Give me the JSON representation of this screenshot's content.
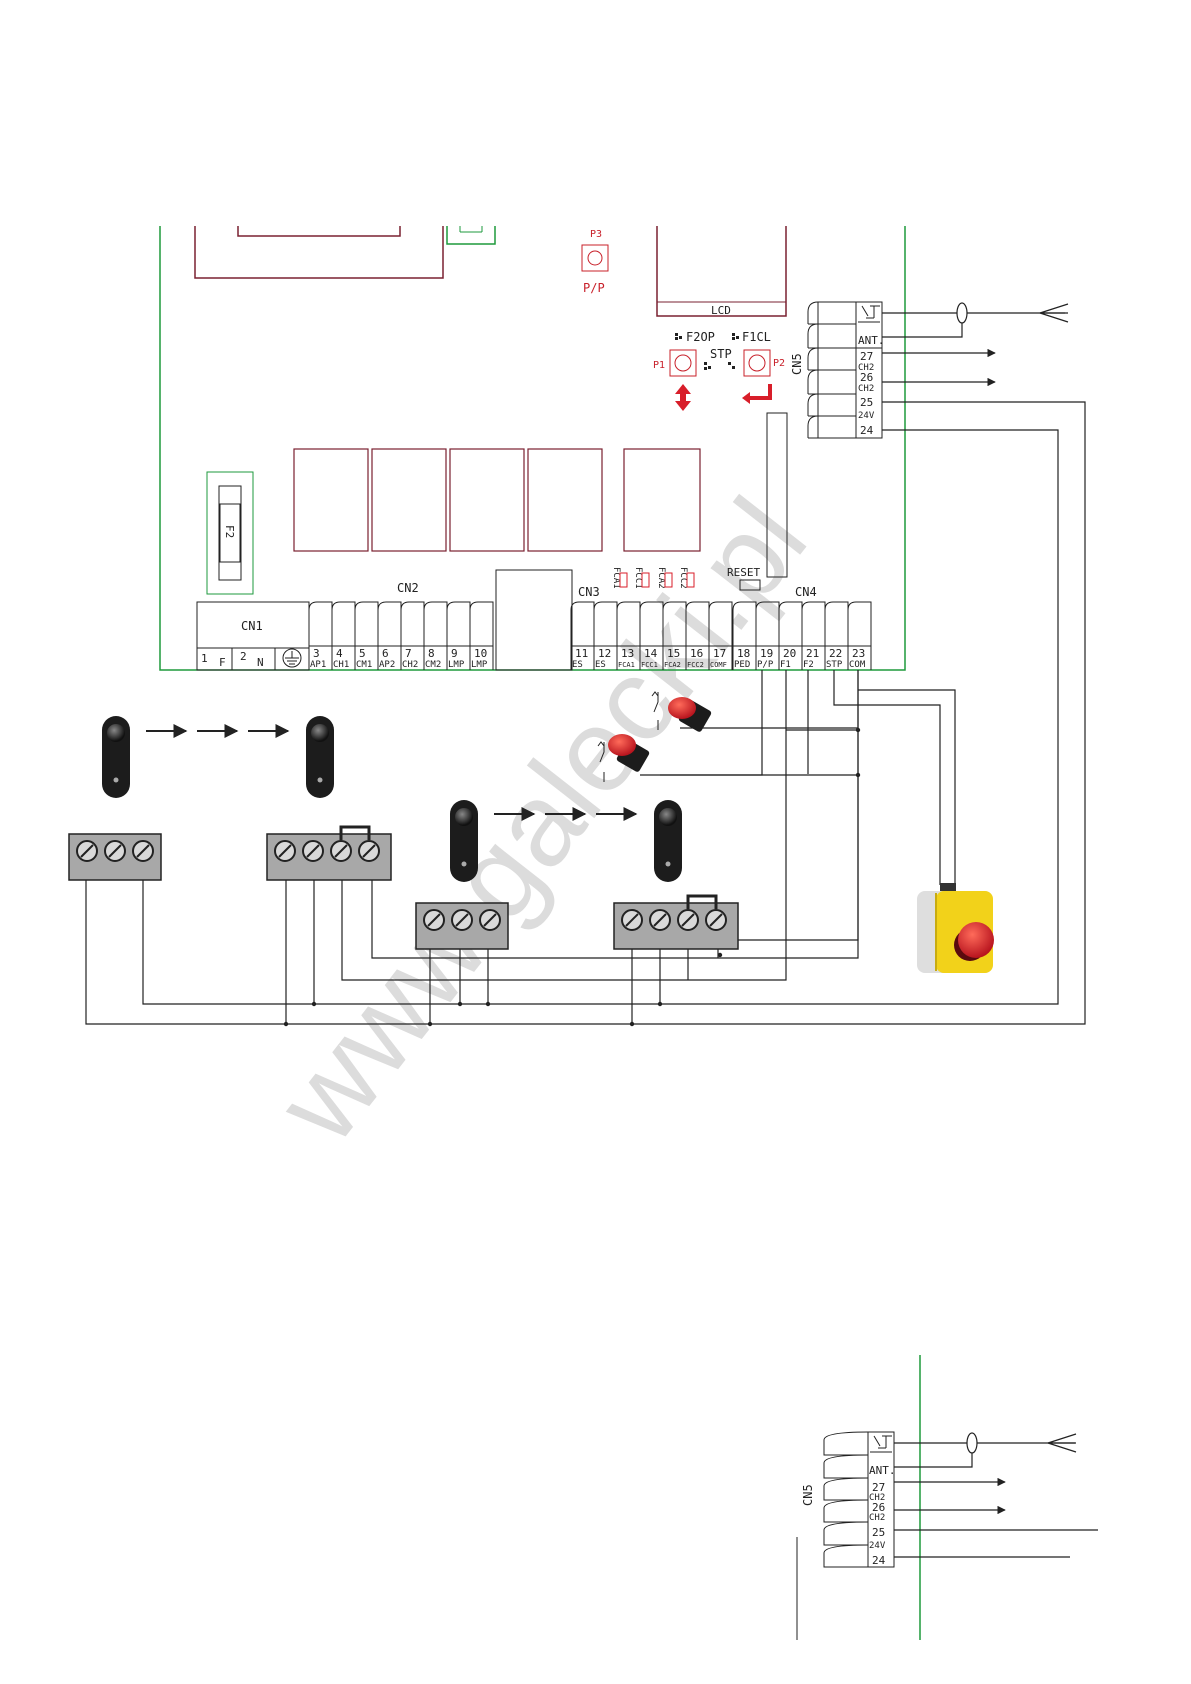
{
  "board": {
    "p3_label": "P3",
    "pp_label": "P/P",
    "lcd_label": "LCD",
    "f2op_label": "F2OP",
    "f1cl_label": "F1CL",
    "stp_label": "STP",
    "p1_label": "P1",
    "p2_label": "P2",
    "cn5_label": "CN5",
    "cn1_label": "CN1",
    "cn2_label": "CN2",
    "cn3_label": "CN3",
    "cn4_label": "CN4",
    "fuse_label": "F2",
    "reset_label": "RESET",
    "jumpers": [
      "FCA1",
      "FCC1",
      "FCA2",
      "FCC2"
    ]
  },
  "cn5_terminals": [
    {
      "num": "",
      "name": "ANT."
    },
    {
      "num": "27",
      "name": "CH2"
    },
    {
      "num": "26",
      "name": "CH2"
    },
    {
      "num": "25",
      "name": "24V"
    },
    {
      "num": "24",
      "name": ""
    }
  ],
  "cn1_terminals": [
    {
      "num": "1",
      "name": "F"
    },
    {
      "num": "2",
      "name": "N"
    }
  ],
  "terminals": [
    {
      "num": "3",
      "name": "AP1"
    },
    {
      "num": "4",
      "name": "CH1"
    },
    {
      "num": "5",
      "name": "CM1"
    },
    {
      "num": "6",
      "name": "AP2"
    },
    {
      "num": "7",
      "name": "CH2"
    },
    {
      "num": "8",
      "name": "CM2"
    },
    {
      "num": "9",
      "name": "LMP"
    },
    {
      "num": "10",
      "name": "LMP"
    },
    {
      "num": "11",
      "name": "ES"
    },
    {
      "num": "12",
      "name": "ES"
    },
    {
      "num": "13",
      "name": "FCA1"
    },
    {
      "num": "14",
      "name": "FCC1"
    },
    {
      "num": "15",
      "name": "FCA2"
    },
    {
      "num": "16",
      "name": "FCC2"
    },
    {
      "num": "17",
      "name": "COMF"
    },
    {
      "num": "18",
      "name": "PED"
    },
    {
      "num": "19",
      "name": "P/P"
    },
    {
      "num": "20",
      "name": "F1"
    },
    {
      "num": "21",
      "name": "F2"
    },
    {
      "num": "22",
      "name": "STP"
    },
    {
      "num": "23",
      "name": "COM"
    }
  ],
  "watermark": "www.galecki.pl",
  "colors": {
    "board_outline": "#1e9a3c",
    "board_text": "#c8202a",
    "wire": "#222222",
    "terminal_block": "#a8a8a8",
    "stop_yellow": "#f2d21a",
    "stop_red": "#d81e2a",
    "watermark": "#d9d9d9"
  }
}
